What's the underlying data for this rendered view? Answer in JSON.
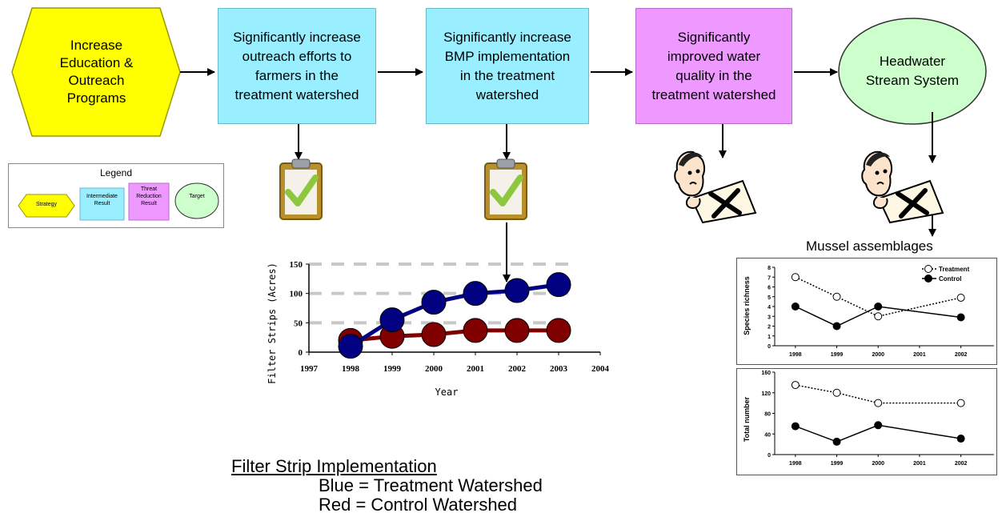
{
  "flow": {
    "strategy": "Increase\nEducation &\nOutreach\nPrograms",
    "result1": "Significantly increase\noutreach efforts to\nfarmers in the\ntreatment watershed",
    "result2": "Significantly increase\nBMP implementation\nin the treatment\nwatershed",
    "threat": "Significantly\nimproved water\nquality in the\ntreatment watershed",
    "target": "Headwater\nStream System"
  },
  "colors": {
    "strategy": "#ffff00",
    "intermediate": "#99eeff",
    "threat": "#ee99ff",
    "target": "#ccffcc",
    "treatment_line": "#000080",
    "control_line": "#800000"
  },
  "legend": {
    "title": "Legend",
    "strategy": "Strategy",
    "intermediate": "Intermediate\nResult",
    "threat": "Threat\nReduction\nResult",
    "target": "Target"
  },
  "icons": [
    "clipboard-check-icon",
    "clipboard-check-icon",
    "person-with-x-paper-icon",
    "person-with-x-paper-icon"
  ],
  "mussel_title": "Mussel assemblages",
  "captions": {
    "heading": "Filter Strip Implementation",
    "blue": "Blue = Treatment Watershed",
    "red": "Red  = Control Watershed"
  },
  "chart_data": [
    {
      "type": "line",
      "ylabel": "Filter Strips (Acres)",
      "xlabel": "Year",
      "xlim": [
        1997,
        2004
      ],
      "ylim": [
        0,
        150
      ],
      "x_ticks": [
        "1997",
        "1998",
        "1999",
        "2000",
        "2001",
        "2002",
        "2003",
        "2004"
      ],
      "y_ticks": [
        "0",
        "50",
        "100",
        "150"
      ],
      "grid": "dashed horizontal",
      "series": [
        {
          "color": "#000080",
          "x": [
            1998,
            1999,
            2000,
            2001,
            2002,
            2003
          ],
          "values": [
            10,
            55,
            85,
            100,
            105,
            115
          ]
        },
        {
          "color": "#800000",
          "x": [
            1998,
            1999,
            2000,
            2001,
            2002,
            2003
          ],
          "values": [
            20,
            27,
            30,
            37,
            37,
            37
          ]
        }
      ]
    },
    {
      "type": "line",
      "ylabel": "Species richness",
      "xlim": [
        1997.5,
        2002.8
      ],
      "ylim": [
        0,
        8
      ],
      "x_ticks": [
        "1998",
        "1999",
        "2000",
        "2001",
        "2002"
      ],
      "y_ticks": [
        "0",
        "1",
        "2",
        "3",
        "4",
        "5",
        "6",
        "7",
        "8"
      ],
      "legend_position": "top-right",
      "series": [
        {
          "name": "Treatment",
          "x": [
            1998,
            1999,
            2000,
            2002
          ],
          "values": [
            7,
            5,
            3,
            4.9
          ]
        },
        {
          "name": "Control",
          "x": [
            1998,
            1999,
            2000,
            2002
          ],
          "values": [
            4,
            2,
            4,
            2.9
          ]
        }
      ]
    },
    {
      "type": "line",
      "ylabel": "Total number",
      "xlim": [
        1997.5,
        2002.8
      ],
      "ylim": [
        0,
        160
      ],
      "x_ticks": [
        "1998",
        "1999",
        "2000",
        "2001",
        "2002"
      ],
      "y_ticks": [
        "0",
        "40",
        "80",
        "120",
        "160"
      ],
      "series": [
        {
          "name": "Treatment",
          "x": [
            1998,
            1999,
            2000,
            2002
          ],
          "values": [
            135,
            120,
            100,
            100
          ]
        },
        {
          "name": "Control",
          "x": [
            1998,
            1999,
            2000,
            2002
          ],
          "values": [
            55,
            25,
            57,
            31
          ]
        }
      ]
    }
  ]
}
